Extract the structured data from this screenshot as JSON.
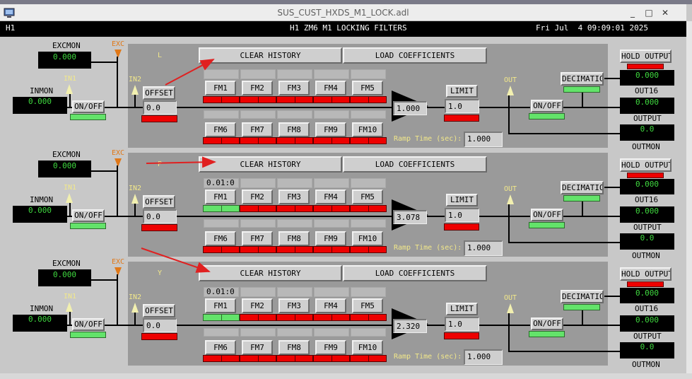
{
  "window": {
    "title": "SUS_CUST_HXDS_M1_LOCK.adl",
    "minimize_glyph": "_",
    "maximize_glyph": "□",
    "close_glyph": "✕"
  },
  "header": {
    "site": "H1",
    "title": "H1 ZM6 M1 LOCKING FILTERS",
    "datetime": "Fri Jul  4 09:09:01 2025"
  },
  "common": {
    "excmon_label": "EXCMON",
    "inmon_label": "INMON",
    "exc_label": "EXC",
    "in1_label": "IN1",
    "in2_label": "IN2",
    "out_label": "OUT",
    "onoff_label": "ON/OFF",
    "offset_label": "OFFSET",
    "clear_history_label": "CLEAR HISTORY",
    "load_coefficients_label": "LOAD COEFFICIENTS",
    "limit_label": "LIMIT",
    "ramp_time_label": "Ramp Time (sec):",
    "decimation_label": "DECIMATION",
    "hold_output_label": "HOLD OUTPUT",
    "out16_label": "OUT16",
    "output_label": "OUTPUT",
    "outmon_label": "OUTMON",
    "fm_labels": [
      "FM1",
      "FM2",
      "FM3",
      "FM4",
      "FM5",
      "FM6",
      "FM7",
      "FM8",
      "FM9",
      "FM10"
    ]
  },
  "rows": [
    {
      "dof": "L",
      "excmon": "0.000",
      "inmon": "0.000",
      "offset": "0.0",
      "gain": "1.000",
      "limit": "1.0",
      "ramp_time": "1.000",
      "fm1_readout": "",
      "out16": "0.000",
      "output": "0.000",
      "outmon": "0.0",
      "fm1_state": "off"
    },
    {
      "dof": "P",
      "excmon": "0.000",
      "inmon": "0.000",
      "offset": "0.0",
      "gain": "3.078",
      "limit": "1.0",
      "ramp_time": "1.000",
      "fm1_readout": "0.01:0",
      "out16": "0.000",
      "output": "0.000",
      "outmon": "0.0",
      "fm1_state": "on"
    },
    {
      "dof": "Y",
      "excmon": "0.000",
      "inmon": "0.000",
      "offset": "0.0",
      "gain": "2.320",
      "limit": "1.0",
      "ramp_time": "1.000",
      "fm1_readout": "0.01:0",
      "out16": "0.000",
      "output": "0.000",
      "outmon": "0.0",
      "fm1_state": "on"
    }
  ],
  "colors": {
    "panel_bg": "#9a9a9a",
    "window_bg": "#c8c8c8",
    "indicator_red": "#ee0000",
    "indicator_green": "#63e36a",
    "readout_text": "#3fd93f",
    "label_yellow": "#f2e88a",
    "exc_orange": "#e07818",
    "annotation_arrow": "#e02020"
  }
}
